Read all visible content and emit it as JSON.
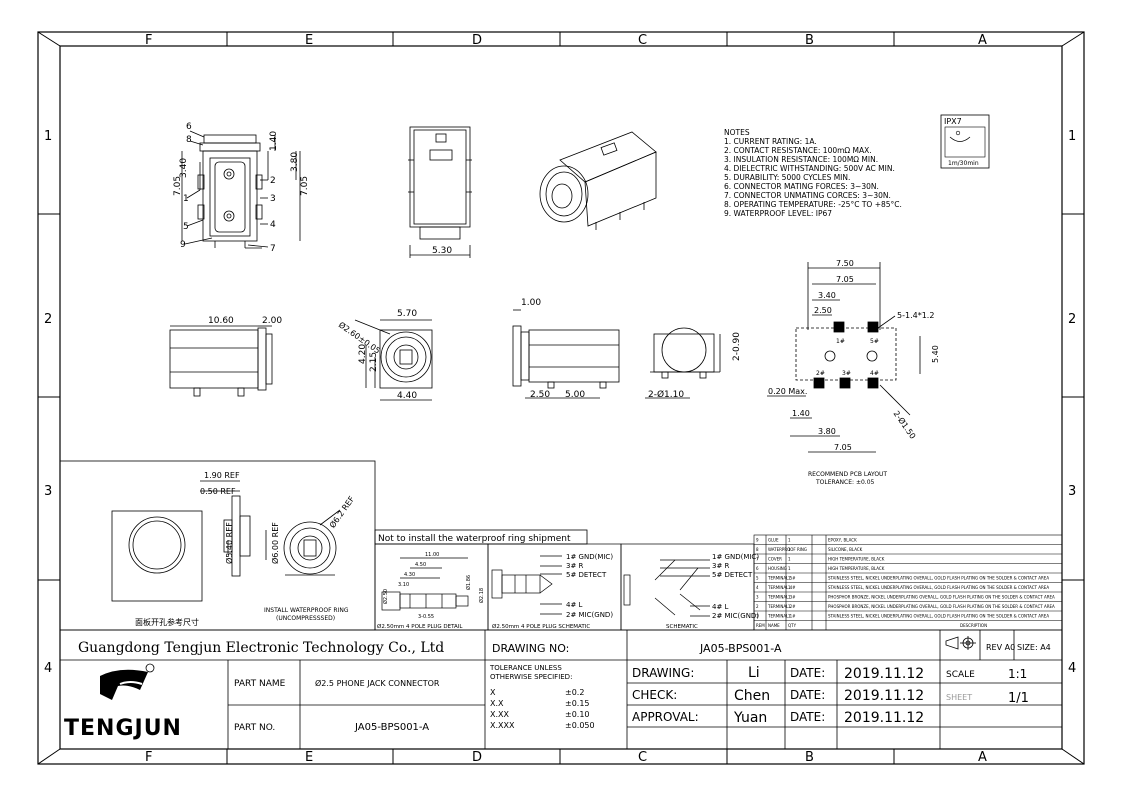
{
  "grid": {
    "columns": [
      "F",
      "E",
      "D",
      "C",
      "B",
      "A"
    ],
    "rows": [
      "1",
      "2",
      "3",
      "4"
    ]
  },
  "notes": {
    "heading": "NOTES",
    "items": [
      "1. CURRENT RATING: 1A.",
      "2. CONTACT RESISTANCE: 100mΩ MAX.",
      "3. INSULATION RESISTANCE: 100MΩ MIN.",
      "4. DIELECTRIC WITHSTANDING: 500V AC MIN.",
      "5. DURABILITY: 5000 CYCLES MIN.",
      "6. CONNECTOR MATING FORCES: 3~30N.",
      "7. CONNECTOR UNMATING CORCES: 3~30N.",
      "8. OPERATING TEMPERATURE: -25°C TO +85°C.",
      "9. WATERPROOF LEVEL: IP67"
    ]
  },
  "ipx": {
    "label": "IPX7",
    "time": "1m/30min"
  },
  "views": {
    "front": {
      "dims": [
        "1.40",
        "3.40",
        "3.80",
        "7.05",
        "7.05"
      ],
      "callouts": [
        "6",
        "8",
        "1",
        "2",
        "3",
        "5",
        "4",
        "9",
        "7"
      ]
    },
    "top": {
      "dims": [
        "5.30"
      ]
    },
    "side": {
      "dims": [
        "10.60",
        "2.00"
      ]
    },
    "end": {
      "dims": [
        "Ø2.60±0.05",
        "5.70",
        "4.20",
        "2.15",
        "4.40"
      ]
    },
    "side2": {
      "dims": [
        "1.00",
        "2.50",
        "5.00"
      ]
    },
    "end2": {
      "dims": [
        "2-0.90",
        "2-Ø1.10"
      ]
    },
    "pcb": {
      "dims": [
        "7.50",
        "7.05",
        "3.40",
        "2.50",
        "5-1.4*1.2",
        "5.40",
        "0.20 Max.",
        "1.40",
        "3.80",
        "7.05",
        "2-Ø1.50"
      ],
      "pins": [
        "1#",
        "5#",
        "2#",
        "3#",
        "4#"
      ],
      "caption": "RECOMMEND PCB LAYOUT",
      "tolerance": "TOLERANCE: ±0.05"
    }
  },
  "install": {
    "dims": [
      "1.90 REF",
      "0.50 REF",
      "Ø5.40 REF",
      "Ø6.00 REF",
      "Ø6.2 REF"
    ],
    "caption_cn": "面板开孔参考尺寸",
    "caption_ring": "INSTALL WATERPROOF RING",
    "caption_ring2": "(UNCOMPRESSSED)"
  },
  "shipment_note": "Not to install the waterproof ring shipment",
  "plug_detail": {
    "dims": [
      "11.00",
      "4.50",
      "4.30",
      "3.10",
      "3-0.55",
      "Ø2.50",
      "Ø1.86",
      "Ø2.18"
    ],
    "caption": "Ø2.50mm 4 POLE PLUG DETAIL"
  },
  "plug_schematic": {
    "labels": [
      "1# GND(MIC)",
      "3# R",
      "5# DETECT",
      "4# L",
      "2# MIC(GND)"
    ],
    "caption": "Ø2.50mm 4 POLE PLUG SCHEMATIC"
  },
  "schematic": {
    "labels": [
      "1# GND(MIC)",
      "3# R",
      "5# DETECT",
      "4# L",
      "2# MIC(GND)"
    ],
    "caption": "SCHEMATIC"
  },
  "bom": {
    "headers": [
      "REM",
      "NAME",
      "QTY",
      "DESCRIPTION"
    ],
    "rows": [
      [
        "9",
        "GLUE",
        "1",
        "EPOXY, BLACK"
      ],
      [
        "8",
        "WATERPROOF RING",
        "1",
        "SILICONE, BLACK"
      ],
      [
        "7",
        "COVER",
        "1",
        "HIGH TEMPERATURE, BLACK"
      ],
      [
        "6",
        "HOUSING",
        "1",
        "HIGH TEMPERATURE, BLACK"
      ],
      [
        "5",
        "TERMINAL 5#",
        "1",
        "STAINLESS STEEL, NICKEL UNDERPLATING OVERALL, GOLD FLASH PLATING ON THE SOLDER & CONTACT AREA"
      ],
      [
        "4",
        "TERMINAL 4#",
        "1",
        "STAINLESS STEEL, NICKEL UNDERPLATING OVERALL, GOLD FLASH PLATING ON THE SOLDER & CONTACT AREA"
      ],
      [
        "3",
        "TERMINAL 3#",
        "1",
        "PHOSPHOR BRONZE, NICKEL UNDERPLATING OVERALL, GOLD FLASH PLATING ON THE SOLDER & CONTACT AREA"
      ],
      [
        "2",
        "TERMINAL 2#",
        "1",
        "PHOSPHOR BRONZE, NICKEL UNDERPLATING OVERALL, GOLD FLASH PLATING ON THE SOLDER & CONTACT AREA"
      ],
      [
        "1",
        "TERMINAL 1#",
        "1",
        "STAINLESS STEEL, NICKEL UNDERPLATING OVERALL, GOLD FLASH PLATING ON THE SOLDER & CONTACT AREA"
      ]
    ]
  },
  "title_block": {
    "company": "Guangdong Tengjun Electronic Technology Co., Ltd",
    "logo_text": "TENGJUN",
    "part_name_label": "PART NAME",
    "part_name": "Ø2.5 PHONE JACK CONNECTOR",
    "part_no_label": "PART NO.",
    "part_no": "JA05-BPS001-A",
    "drawing_no_label": "DRAWING NO:",
    "drawing_no": "JA05-BPS001-A",
    "tolerance_title": "TOLERANCE UNLESS",
    "tolerance_title2": "OTHERWISE SPECIFIED:",
    "tolerances": [
      [
        "X",
        "±0.2"
      ],
      [
        "X.X",
        "±0.15"
      ],
      [
        "X.XX",
        "±0.10"
      ],
      [
        "X.XXX",
        "±0.050"
      ]
    ],
    "drawing_label": "DRAWING:",
    "drawing_by": "Li",
    "check_label": "CHECK:",
    "check_by": "Chen",
    "approval_label": "APPROVAL:",
    "approval_by": "Yuan",
    "date_label": "DATE:",
    "dates": [
      "2019.11.12",
      "2019.11.12",
      "2019.11.12"
    ],
    "rev_label": "REV A0",
    "size_label": "SIZE: A4",
    "scale_label": "SCALE",
    "scale": "1:1",
    "sheet_label": "SHEET",
    "sheet": "1/1"
  }
}
